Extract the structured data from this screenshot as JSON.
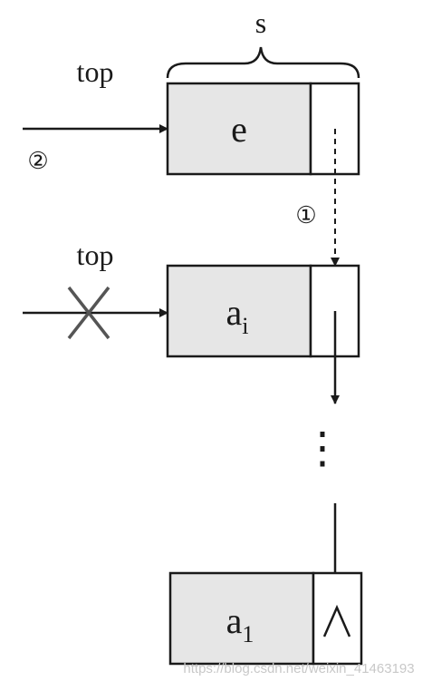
{
  "labels": {
    "s": "s",
    "top_new": "top",
    "top_old": "top",
    "step_one": "①",
    "step_two": "②",
    "dots": "⋮"
  },
  "nodes": [
    {
      "id": "new-node",
      "data": "e",
      "subscript": "",
      "next": "pointer"
    },
    {
      "id": "node-ai",
      "data": "a",
      "subscript": "i",
      "next": "pointer"
    },
    {
      "id": "node-a1",
      "data": "a",
      "subscript": "1",
      "next": "null"
    }
  ],
  "watermark": "https://blog.csdn.net/weixin_41463193",
  "colors": {
    "node_fill": "#e6e6e6",
    "stroke": "#1a1a1a",
    "cross": "#555555",
    "watermark": "#c8c8c8"
  },
  "icons": {
    "old_link": "cross-icon",
    "null_pointer": "null-caret-icon"
  }
}
